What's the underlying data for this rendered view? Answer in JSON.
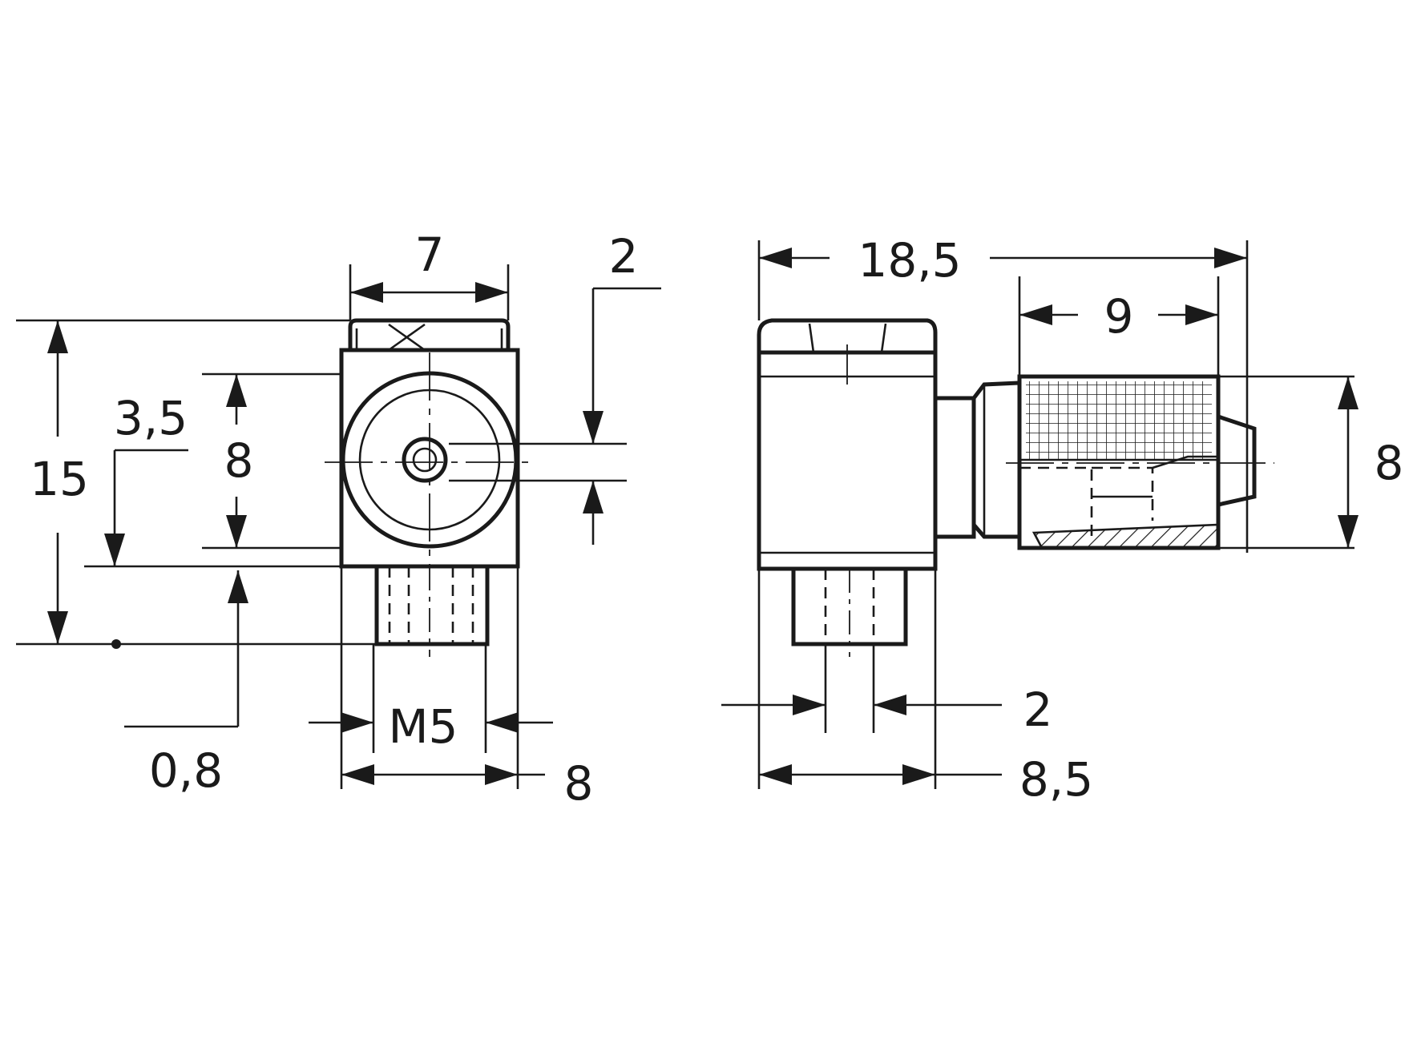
{
  "dimensions": {
    "front_width": "7",
    "front_height": "15",
    "front_port_height": "8",
    "front_offset": "3,5",
    "front_gap": "0,8",
    "front_thread": "M5",
    "front_base_width": "8",
    "front_nozzle": "2",
    "side_length": "18,5",
    "side_knurl_length": "9",
    "side_port_height": "8",
    "side_thread_pitch": "2",
    "side_body_width": "8,5"
  },
  "colors": {
    "line": "#1a1a1a",
    "background": "#ffffff"
  }
}
